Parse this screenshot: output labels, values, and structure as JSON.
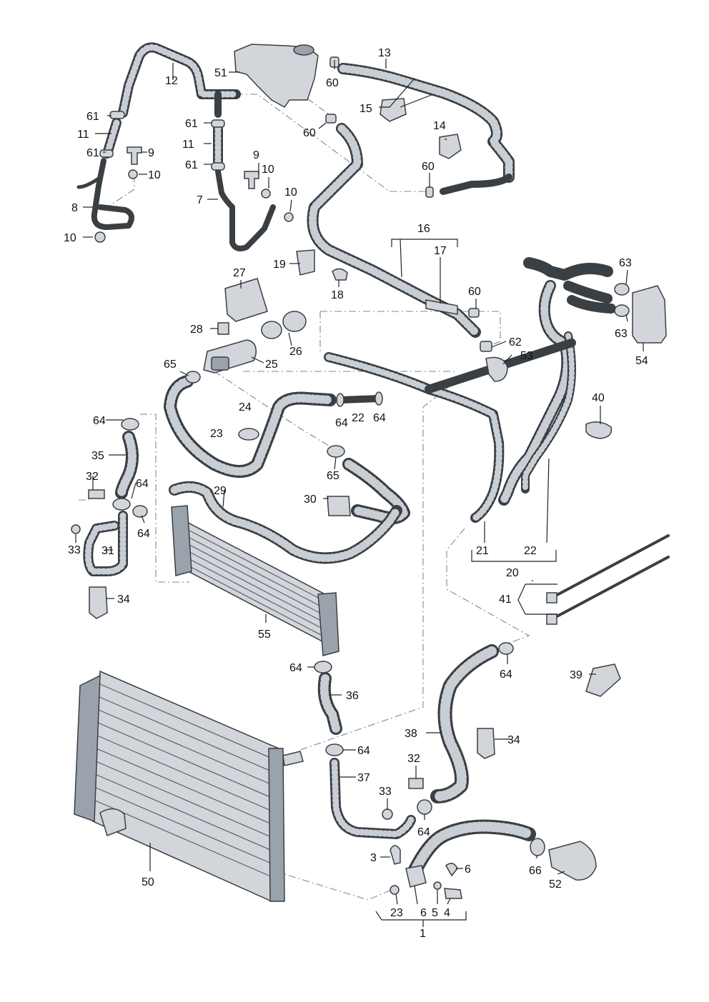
{
  "labels": {
    "n1": "1",
    "n3": "3",
    "n4": "4",
    "n5": "5",
    "n6": "6",
    "n6b": "6",
    "n7": "7",
    "n8": "8",
    "n9a": "9",
    "n9b": "9",
    "n10a": "10",
    "n10b": "10",
    "n10c": "10",
    "n10d": "10",
    "n11a": "11",
    "n11b": "11",
    "n12": "12",
    "n13": "13",
    "n14": "14",
    "n15": "15",
    "n16": "16",
    "n17": "17",
    "n18": "18",
    "n19": "19",
    "n20": "20",
    "n21": "21",
    "n22a": "22",
    "n22b": "22",
    "n23a": "23",
    "n23b": "23",
    "n24": "24",
    "n25": "25",
    "n26": "26",
    "n27": "27",
    "n28": "28",
    "n29": "29",
    "n30": "30",
    "n31": "31",
    "n32a": "32",
    "n32b": "32",
    "n33a": "33",
    "n33b": "33",
    "n34a": "34",
    "n34b": "34",
    "n35": "35",
    "n36": "36",
    "n37": "37",
    "n38": "38",
    "n39": "39",
    "n40": "40",
    "n41": "41",
    "n50": "50",
    "n51": "51",
    "n52": "52",
    "n53": "53",
    "n54": "54",
    "n55": "55",
    "n60a": "60",
    "n60b": "60",
    "n60c": "60",
    "n60d": "60",
    "n61a": "61",
    "n61b": "61",
    "n61c": "61",
    "n61d": "61",
    "n62": "62",
    "n63a": "63",
    "n63b": "63",
    "n64a": "64",
    "n64b": "64",
    "n64c": "64",
    "n64d": "64",
    "n64e": "64",
    "n64f": "64",
    "n64g": "64",
    "n64h": "64",
    "n65a": "65",
    "n65b": "65",
    "n66": "66"
  },
  "colors": {
    "hose": "#3a3f44",
    "part_fill": "#d2d6db",
    "leader_dash": "#7a8aa0",
    "label_text": "#111111"
  }
}
